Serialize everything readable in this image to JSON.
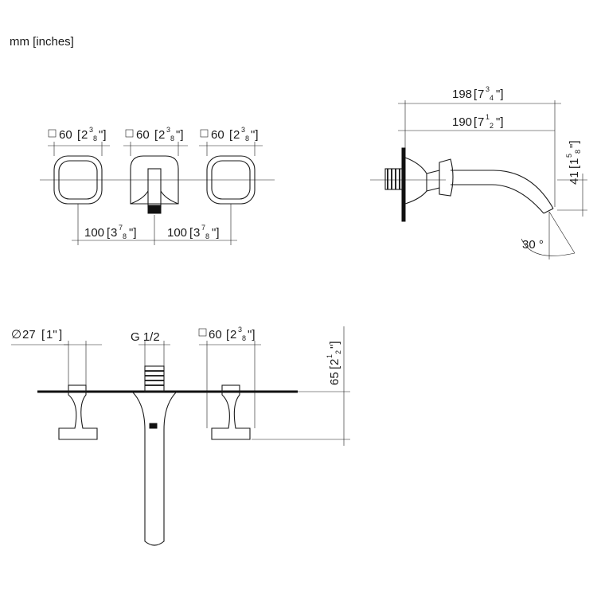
{
  "units_label": "mm [inches]",
  "front_view": {
    "handle_left_square": "60",
    "handle_left_inch_whole": "2",
    "handle_left_inch_num": "3",
    "handle_left_inch_den": "8",
    "spout_square": "60",
    "spout_inch_whole": "2",
    "spout_inch_num": "3",
    "spout_inch_den": "8",
    "handle_right_square": "60",
    "handle_right_inch_whole": "2",
    "handle_right_inch_num": "3",
    "handle_right_inch_den": "8",
    "spacing_left": "100",
    "spacing_left_inch_whole": "3",
    "spacing_left_inch_num": "7",
    "spacing_left_inch_den": "8",
    "spacing_right": "100",
    "spacing_right_inch_whole": "3",
    "spacing_right_inch_num": "7",
    "spacing_right_inch_den": "8"
  },
  "side_view": {
    "total_length": "198",
    "total_length_inch_whole": "7",
    "total_length_inch_num": "3",
    "total_length_inch_den": "4",
    "spout_length": "190",
    "spout_length_inch_whole": "7",
    "spout_length_inch_num": "1",
    "spout_length_inch_den": "2",
    "outlet_height": "41",
    "outlet_height_inch_whole": "1",
    "outlet_height_inch_num": "5",
    "outlet_height_inch_den": "8",
    "angle": "30 °"
  },
  "top_view": {
    "diameter_symbol": "∅",
    "diameter": "27",
    "diameter_inch": "1\"",
    "thread": "G 1/2",
    "square": "60",
    "square_inch_whole": "2",
    "square_inch_num": "3",
    "square_inch_den": "8",
    "depth": "65",
    "depth_inch_whole": "2",
    "depth_inch_num": "1",
    "depth_inch_den": "2"
  }
}
